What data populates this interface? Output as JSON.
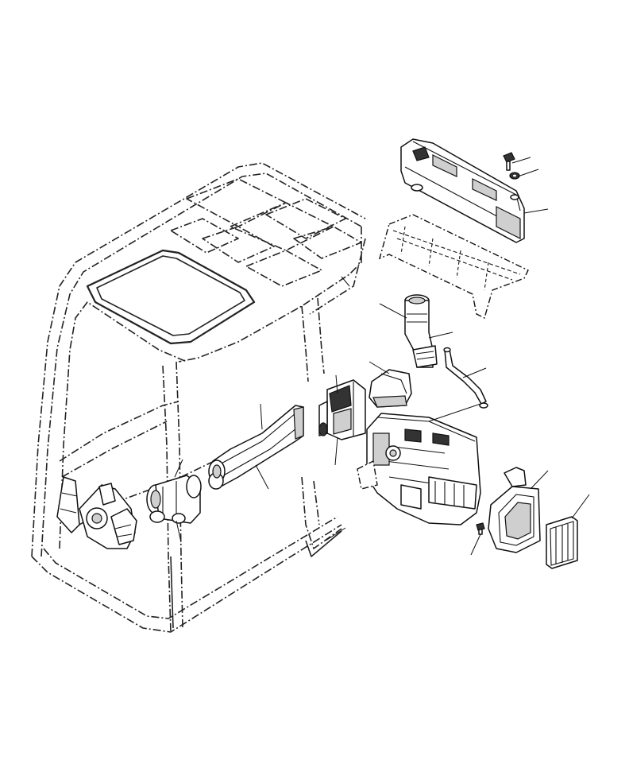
{
  "diagram": {
    "parts": [
      {
        "id": "cab-frame",
        "icon": "cab-frame-outline"
      },
      {
        "id": "roof-duct",
        "icon": "roof-duct-part"
      },
      {
        "id": "bolt",
        "icon": "bolt-part"
      },
      {
        "id": "washer",
        "icon": "washer-part"
      },
      {
        "id": "roof-bracket",
        "icon": "roof-bracket-part"
      },
      {
        "id": "vertical-duct",
        "icon": "vertical-duct-part"
      },
      {
        "id": "drain-hose",
        "icon": "drain-hose-part"
      },
      {
        "id": "elbow-duct",
        "icon": "elbow-duct-part"
      },
      {
        "id": "twin-duct",
        "icon": "twin-duct-part"
      },
      {
        "id": "long-duct",
        "icon": "long-duct-part"
      },
      {
        "id": "nozzle-duct",
        "icon": "nozzle-duct-part"
      },
      {
        "id": "vent-outlet",
        "icon": "vent-outlet-part"
      },
      {
        "id": "air-conditioner-unit",
        "icon": "air-conditioner-unit-part"
      },
      {
        "id": "filter-cover",
        "icon": "filter-cover-part"
      },
      {
        "id": "screw",
        "icon": "screw-part"
      },
      {
        "id": "air-filter",
        "icon": "air-filter-part"
      }
    ],
    "colors": {
      "line": "#111111",
      "background": "#ffffff"
    }
  }
}
